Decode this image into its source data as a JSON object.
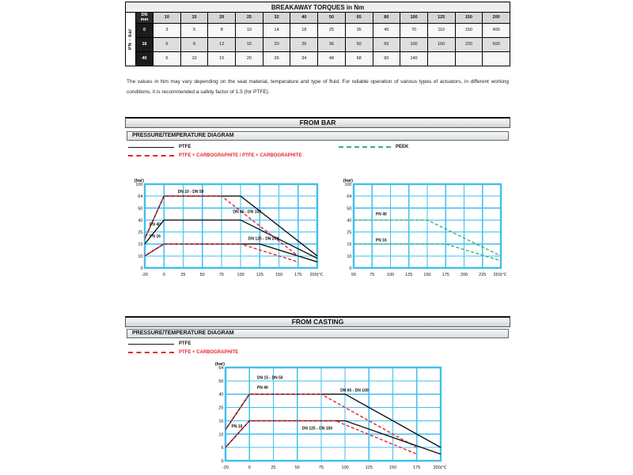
{
  "torque_table": {
    "title": "BREAKAWAY TORQUES in Nm",
    "axis_label": "PN - bar",
    "corner_top": "DN",
    "corner_bottom": "mm",
    "dn_columns": [
      "10",
      "15",
      "20",
      "25",
      "32",
      "40",
      "50",
      "65",
      "80",
      "100",
      "125",
      "150",
      "200"
    ],
    "rows": [
      {
        "label": "0",
        "values": [
          "3",
          "5",
          "8",
          "10",
          "14",
          "18",
          "25",
          "35",
          "45",
          "70",
          "110",
          "150",
          "400"
        ]
      },
      {
        "label": "16",
        "values": [
          "5",
          "8",
          "12",
          "15",
          "20",
          "26",
          "36",
          "50",
          "65",
          "100",
          "160",
          "220",
          "600"
        ]
      },
      {
        "label": "40",
        "values": [
          "6",
          "10",
          "15",
          "20",
          "26",
          "34",
          "48",
          "68",
          "90",
          "140",
          "",
          "",
          ""
        ]
      }
    ]
  },
  "note": "The values in Nm may vary depending on the seat material, temperature and type of fluid. For reliable operation of various types of actuators, in different working conditions, it is recommended a safety factor of 1.5 (for PTFE).",
  "sections": {
    "from_bar": {
      "title": "FROM BAR",
      "subtitle": "PRESSURE/TEMPERATURE DIAGRAM",
      "legend": [
        {
          "label": "PTFE",
          "style": "solid-black"
        },
        {
          "label": "PTFE + CARBOGRAPHITE / PTFE + CARBOGRAPHITE",
          "style": "dashed-red"
        },
        {
          "label": "PEEK",
          "style": "dashed-green"
        }
      ]
    },
    "from_casting": {
      "title": "FROM CASTING",
      "subtitle": "PRESSURE/TEMPERATURE DIAGRAM",
      "legend": [
        {
          "label": "PTFE",
          "style": "solid-black"
        },
        {
          "label": "PTFE + CARBOGRAPHITE",
          "style": "dashed-red"
        }
      ]
    }
  },
  "colors": {
    "grid": "#41bfee",
    "black": "#141414",
    "red": "#e8232d",
    "green": "#2bb673"
  },
  "chart_data": [
    {
      "type": "line",
      "title": "FROM BAR - PTFE / PTFE + CARBOGRAPHITE",
      "ylabel": "(bar)",
      "x_suffix": "(°C)",
      "x_ticks": [
        -20,
        0,
        25,
        50,
        75,
        100,
        125,
        150,
        175,
        200
      ],
      "y_ticks": [
        100,
        64,
        50,
        40,
        25,
        16,
        10,
        0
      ],
      "series": [
        {
          "name": "PTFE DN 10 - DN 50",
          "color": "black",
          "dash": false,
          "points": [
            [
              -20,
              20
            ],
            [
              0,
              64
            ],
            [
              100,
              64
            ],
            [
              200,
              10
            ]
          ]
        },
        {
          "name": "PTFE DN 65 - DN 100",
          "color": "black",
          "dash": false,
          "points": [
            [
              -20,
              16
            ],
            [
              0,
              40
            ],
            [
              100,
              40
            ],
            [
              200,
              8
            ]
          ]
        },
        {
          "name": "PTFE DN 125 - DN 200",
          "color": "black",
          "dash": false,
          "points": [
            [
              -20,
              10
            ],
            [
              0,
              16
            ],
            [
              125,
              16
            ],
            [
              200,
              5
            ]
          ]
        },
        {
          "name": "PTFE + CARBOGRAPHITE DN 10 - DN 50",
          "color": "red",
          "dash": true,
          "points": [
            [
              -20,
              20
            ],
            [
              0,
              64
            ],
            [
              75,
              64
            ],
            [
              175,
              10
            ]
          ]
        },
        {
          "name": "PTFE + CARBOGRAPHITE DN 125 - DN 200",
          "color": "red",
          "dash": true,
          "points": [
            [
              -20,
              10
            ],
            [
              0,
              16
            ],
            [
              100,
              16
            ],
            [
              175,
              5
            ]
          ]
        }
      ],
      "annotations": [
        {
          "text": "DN 10 - DN 50",
          "x": 18,
          "y": 74
        },
        {
          "text": "DN 65 - DN 100",
          "x": 90,
          "y": 46
        },
        {
          "text": "DN 125 - DN 200",
          "x": 110,
          "y": 19
        },
        {
          "text": "PN 40",
          "x": -15,
          "y": 33
        },
        {
          "text": "PN 16",
          "x": -15,
          "y": 21
        }
      ]
    },
    {
      "type": "line",
      "title": "FROM BAR - PEEK",
      "ylabel": "(bar)",
      "x_suffix": "(°C)",
      "x_ticks": [
        50,
        75,
        100,
        125,
        150,
        175,
        200,
        225,
        250
      ],
      "y_ticks": [
        100,
        64,
        50,
        40,
        25,
        16,
        10,
        0
      ],
      "series": [
        {
          "name": "PEEK PN 40",
          "color": "green",
          "dash": true,
          "points": [
            [
              50,
              40
            ],
            [
              150,
              40
            ],
            [
              250,
              10
            ]
          ]
        },
        {
          "name": "PEEK PN 16",
          "color": "green",
          "dash": true,
          "points": [
            [
              50,
              16
            ],
            [
              175,
              16
            ],
            [
              250,
              6
            ]
          ]
        }
      ],
      "annotations": [
        {
          "text": "PN 40",
          "x": 80,
          "y": 44
        },
        {
          "text": "PN 16",
          "x": 80,
          "y": 18
        }
      ]
    },
    {
      "type": "line",
      "title": "FROM CASTING - PTFE / PTFE + CARBOGRAPHITE",
      "ylabel": "(bar)",
      "x_suffix": "(°C)",
      "x_ticks": [
        -20,
        0,
        25,
        50,
        75,
        100,
        125,
        150,
        175,
        200
      ],
      "y_ticks": [
        64,
        50,
        40,
        25,
        16,
        10,
        6,
        0
      ],
      "series": [
        {
          "name": "PTFE DN 15 - DN 50",
          "color": "black",
          "dash": false,
          "points": [
            [
              -20,
              12
            ],
            [
              0,
              40
            ],
            [
              100,
              40
            ],
            [
              200,
              6
            ]
          ]
        },
        {
          "name": "PTFE + CARBOGRAPHITE DN 15 - DN 50",
          "color": "red",
          "dash": true,
          "points": [
            [
              -20,
              12
            ],
            [
              0,
              40
            ],
            [
              75,
              40
            ],
            [
              175,
              6
            ]
          ]
        },
        {
          "name": "PTFE DN 65 - DN 150",
          "color": "black",
          "dash": false,
          "points": [
            [
              -20,
              6
            ],
            [
              0,
              16
            ],
            [
              100,
              16
            ],
            [
              200,
              3
            ]
          ]
        },
        {
          "name": "PTFE + CARBOGRAPHITE DN 65 - DN 150",
          "color": "red",
          "dash": true,
          "points": [
            [
              -20,
              6
            ],
            [
              0,
              16
            ],
            [
              90,
              16
            ],
            [
              175,
              3
            ]
          ]
        }
      ],
      "annotations": [
        {
          "text": "DN 15 - DN 50",
          "x": 8,
          "y": 52
        },
        {
          "text": "PN 40",
          "x": 8,
          "y": 44
        },
        {
          "text": "DN 65 - DN 100",
          "x": 95,
          "y": 42
        },
        {
          "text": "DN 125 - DN 150",
          "x": 55,
          "y": 12
        },
        {
          "text": "PN 16",
          "x": -15,
          "y": 13
        }
      ]
    }
  ]
}
